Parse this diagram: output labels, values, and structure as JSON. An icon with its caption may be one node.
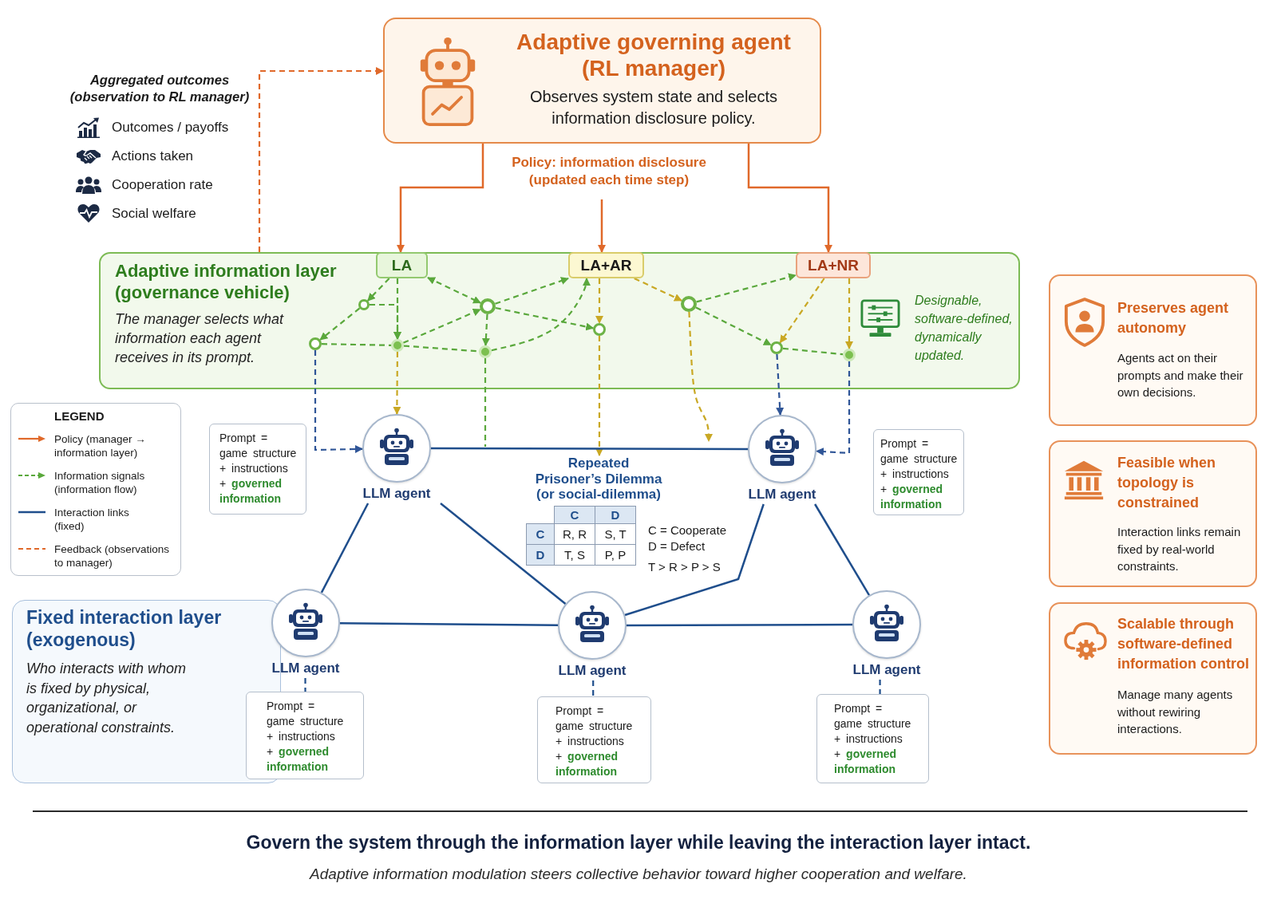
{
  "diagram": {
    "title": "Govern the system through the information layer while leaving the interaction layer intact.",
    "caption": "Adaptive information modulation steers collective behavior toward higher cooperation and welfare.",
    "nodes": [
      {
        "text": [
          "Adaptive governing agent (RL manager)",
          "Observes system state and selects information disclosure policy."
        ]
      },
      {
        "text": [
          "Adaptive information layer (governance vehicle)",
          "The manager selects what information each agent receives in its prompt.",
          "Designable, software-defined, dynamically updated."
        ]
      },
      {
        "text": [
          "LA"
        ],
        "in": 1
      },
      {
        "text": [
          "LA+AR"
        ],
        "in": 1
      },
      {
        "text": [
          "LA+NR"
        ],
        "in": 1
      },
      {
        "text": [],
        "shape": "circle",
        "in": 1
      },
      {
        "text": [],
        "shape": "circle",
        "in": 1
      },
      {
        "text": [],
        "shape": "circle",
        "in": 1
      },
      {
        "text": [],
        "shape": "circle",
        "in": 1
      },
      {
        "text": [],
        "shape": "circle",
        "in": 1
      },
      {
        "text": [],
        "shape": "circle",
        "in": 1
      },
      {
        "text": [],
        "shape": "circle",
        "in": 1
      },
      {
        "text": [],
        "shape": "circle",
        "in": 1
      },
      {
        "text": [],
        "shape": "circle",
        "in": 1
      },
      {
        "text": [
          "Prompt = game structure + instructions + **governed information**"
        ]
      },
      {
        "text": [
          "LLM agent"
        ]
      },
      {
        "text": [
          "LLM agent"
        ]
      },
      {
        "text": [
          "Prompt = game structure + instructions + **governed information**"
        ]
      },
      {
        "text": [
          "Fixed interaction layer (exogenous)",
          "Who interacts with whom is fixed by physical, organizational, or operational constraints."
        ]
      },
      {
        "text": [
          "LLM agent"
        ]
      },
      {
        "text": [
          "LLM agent"
        ]
      },
      {
        "text": [
          "LLM agent"
        ]
      },
      {
        "text": [
          "Prompt = game structure + instructions + **governed information**"
        ]
      },
      {
        "text": [
          "Prompt = game structure + instructions + **governed information**"
        ]
      },
      {
        "text": [
          "Prompt = game structure + instructions + **governed information**"
        ]
      },
      {
        "text": [
          "Preserves agent autonomy",
          "Agents act on their prompts and make their own decisions."
        ]
      },
      {
        "text": [
          "Feasible when topology is constrained",
          "Interaction links remain fixed by real-world constraints."
        ]
      },
      {
        "text": [
          "Scalable through software-defined information control",
          "Manage many agents without rewiring interactions."
        ]
      },
      {
        "text": [
          "Repeated Prisoner’s Dilemma (or social-dilemma)"
        ]
      }
    ],
    "edges": [
      {
        "from": 1,
        "to": 0,
        "arrow": "to",
        "style": "dashed",
        "color": "#e0692a"
      },
      {
        "from": 0,
        "to": 2,
        "arrow": "to",
        "color": "#e0692a"
      },
      {
        "from": null,
        "to": 3,
        "arrow": "to",
        "color": "#e0692a"
      },
      {
        "from": 0,
        "to": 4,
        "arrow": "to",
        "color": "#e0692a"
      },
      {
        "from": 2,
        "to": 5,
        "arrow": "to",
        "style": "dashed"
      },
      {
        "from": 5,
        "to": 9,
        "arrow": "to",
        "style": "dashed"
      },
      {
        "from": 5,
        "to": 10,
        "arrow": "to",
        "style": "dashed"
      },
      {
        "from": 2,
        "to": 10,
        "arrow": "to",
        "style": "dashed"
      },
      {
        "from": 2,
        "to": 6,
        "arrow": "both",
        "style": "dashed"
      },
      {
        "from": 6,
        "to": 11,
        "arrow": "to",
        "style": "dashed"
      },
      {
        "from": 6,
        "to": 3,
        "arrow": "to",
        "style": "dashed"
      },
      {
        "from": 9,
        "to": 10,
        "arrow": "none",
        "style": "dashed"
      },
      {
        "from": 10,
        "to": 11,
        "arrow": "none",
        "style": "dashed"
      },
      {
        "from": 10,
        "to": 6,
        "arrow": "to",
        "style": "dashed"
      },
      {
        "from": 11,
        "to": 3,
        "arrow": "to",
        "style": "dashed"
      },
      {
        "from": 6,
        "to": 7,
        "arrow": "to",
        "style": "dashed"
      },
      {
        "from": 3,
        "to": 7,
        "arrow": "to",
        "style": "dashed",
        "color": "#c9a824"
      },
      {
        "from": 3,
        "to": 8,
        "arrow": "to",
        "style": "dashed",
        "color": "#c9a824"
      },
      {
        "from": 8,
        "to": 4,
        "arrow": "to",
        "style": "dashed"
      },
      {
        "from": 8,
        "to": 12,
        "arrow": "to",
        "style": "dashed"
      },
      {
        "from": 4,
        "to": 12,
        "arrow": "to",
        "style": "dashed",
        "color": "#c9a824"
      },
      {
        "from": 4,
        "to": 13,
        "arrow": "to",
        "style": "dashed",
        "color": "#c9a824"
      },
      {
        "from": 12,
        "to": 13,
        "arrow": "none",
        "style": "dashed"
      },
      {
        "from": 9,
        "to": 15,
        "arrow": "to",
        "style": "dashed",
        "color": "#2f5597"
      },
      {
        "from": 10,
        "to": 15,
        "arrow": "to",
        "style": "dashed",
        "color": "#c9a824"
      },
      {
        "from": 11,
        "to": null,
        "arrow": "none",
        "style": "dashed"
      },
      {
        "from": 7,
        "to": 28,
        "arrow": "to",
        "style": "dashed",
        "color": "#c9a824"
      },
      {
        "from": 8,
        "to": null,
        "arrow": "to",
        "style": "dashed",
        "color": "#c9a824"
      },
      {
        "from": 12,
        "to": 16,
        "arrow": "to",
        "style": "dashed",
        "color": "#2f5597"
      },
      {
        "from": 13,
        "to": 16,
        "arrow": "to",
        "style": "dashed",
        "color": "#2f5597"
      },
      {
        "from": 15,
        "to": 16,
        "arrow": "none",
        "color": "#1f4e8c"
      },
      {
        "from": 15,
        "to": 19,
        "arrow": "none",
        "color": "#1f4e8c"
      },
      {
        "from": 15,
        "to": 20,
        "arrow": "none",
        "color": "#1f4e8c"
      },
      {
        "from": 16,
        "to": 20,
        "arrow": "none",
        "color": "#1f4e8c"
      },
      {
        "from": 16,
        "to": 21,
        "arrow": "none",
        "color": "#1f4e8c"
      },
      {
        "from": 19,
        "to": 20,
        "arrow": "none",
        "color": "#1f4e8c"
      },
      {
        "from": 20,
        "to": 21,
        "arrow": "none",
        "color": "#1f4e8c"
      },
      {
        "from": 19,
        "to": 22,
        "arrow": "none",
        "style": "dashed",
        "color": "#1f4e8c"
      },
      {
        "from": 20,
        "to": 23,
        "arrow": "none",
        "style": "dashed",
        "color": "#1f4e8c"
      },
      {
        "from": 21,
        "to": 24,
        "arrow": "none",
        "style": "dashed",
        "color": "#1f4e8c"
      }
    ],
    "labels": [
      "Aggregated outcomes (observation to RL manager)",
      "Outcomes / payoffs",
      "Actions taken",
      "Cooperation rate",
      "Social welfare",
      "Policy: information disclosure (updated each time step)",
      "LEGEND",
      "C",
      "D",
      "C",
      "R, R",
      "S, T",
      "D",
      "T, S",
      "P, P",
      "C = Cooperate",
      "D = Defect",
      "T > R > P > S"
    ],
    "legend": [
      {
        "text": "Policy (manager → information layer)"
      },
      {
        "text": "Information signals (information flow)"
      },
      {
        "text": "Interaction links (fixed)"
      },
      {
        "text": "Feedback (observations to manager)"
      }
    ]
  }
}
